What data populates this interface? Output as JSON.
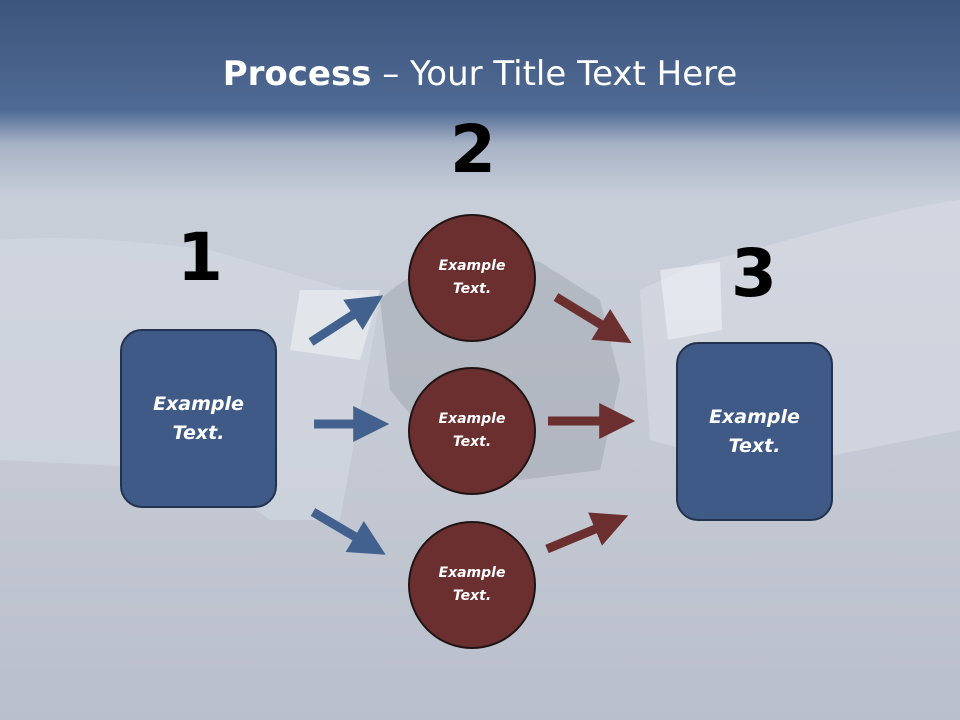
{
  "title": {
    "bold_part": "Process",
    "rest": " – Your Title Text Here"
  },
  "numbers": {
    "step1": "1",
    "step2": "2",
    "step3": "3"
  },
  "left_box": {
    "text": "Example Text."
  },
  "circles": [
    {
      "text": "Example Text."
    },
    {
      "text": "Example Text."
    },
    {
      "text": "Example Text."
    }
  ],
  "right_box": {
    "text": "Example Text."
  },
  "colors": {
    "box_fill": "#3f5a86",
    "circle_fill": "#6b2f30",
    "arrow_blue": "#43618f",
    "arrow_red": "#6b2f30"
  },
  "icons": {
    "left_arrows": "arrow-right-icon",
    "right_arrows": "arrow-right-icon"
  }
}
